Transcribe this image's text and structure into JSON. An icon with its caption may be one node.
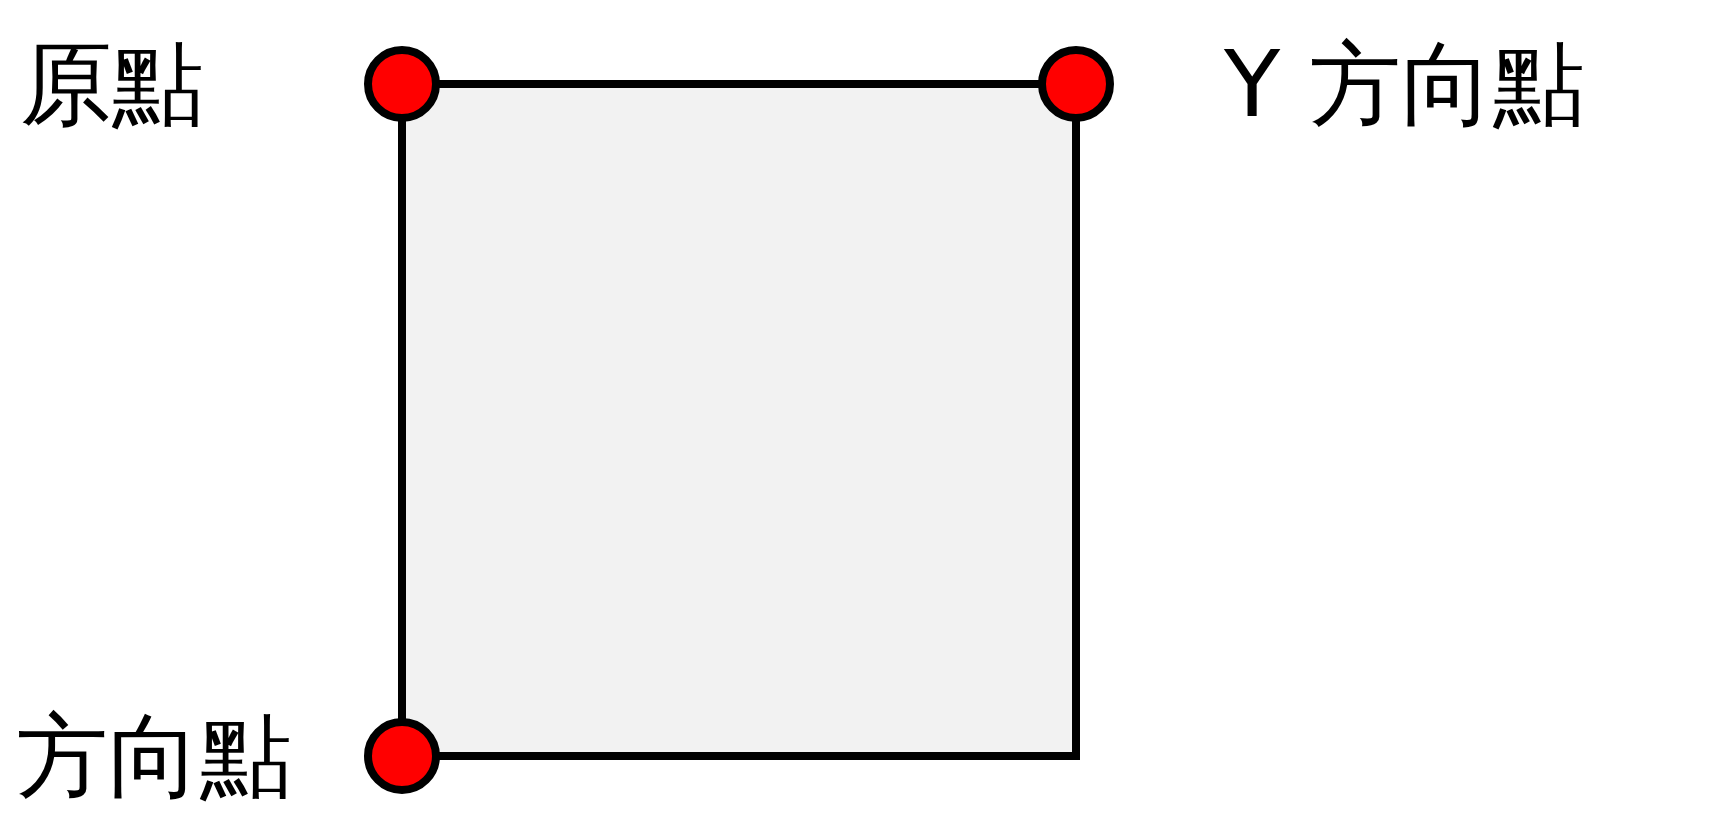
{
  "diagram": {
    "nodes": [
      {
        "text": [],
        "shape": "box"
      },
      {
        "text": [],
        "shape": "circle",
        "beside": [
          "原點"
        ]
      },
      {
        "text": [],
        "shape": "circle",
        "beside": [
          "Y 方向點"
        ]
      },
      {
        "text": [],
        "shape": "circle",
        "beside": [
          "方向點"
        ]
      }
    ]
  }
}
